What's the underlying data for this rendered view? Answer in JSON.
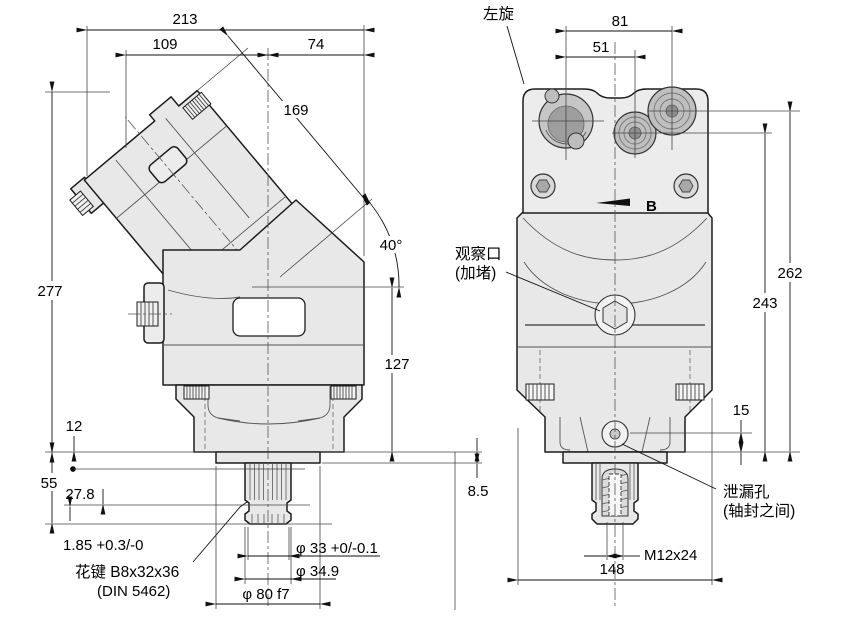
{
  "left_view": {
    "d213": "213",
    "d109": "109",
    "d74": "74",
    "d169": "169",
    "d40": "40°",
    "d277": "277",
    "d127": "127",
    "d12": "12",
    "d55": "55",
    "d27_8": "27.8",
    "d1_85": "1.85 +0.3/-0",
    "spline_label": "花键 B8x32x36",
    "din_label": "(DIN 5462)",
    "d33": "φ 33 +0/-0.1",
    "d34_9": "φ 34.9",
    "d80": "φ 80 f7",
    "d8_5": "8.5"
  },
  "right_view": {
    "rotation_label": "左旋",
    "d81": "81",
    "d51": "51",
    "port_b": "B",
    "sight_line1": "观察口",
    "sight_line2": "(加堵)",
    "d262": "262",
    "d243": "243",
    "d15": "15",
    "leak_line1": "泄漏孔",
    "leak_line2": "(轴封之间)",
    "thread": "M12x24",
    "d148": "148"
  }
}
